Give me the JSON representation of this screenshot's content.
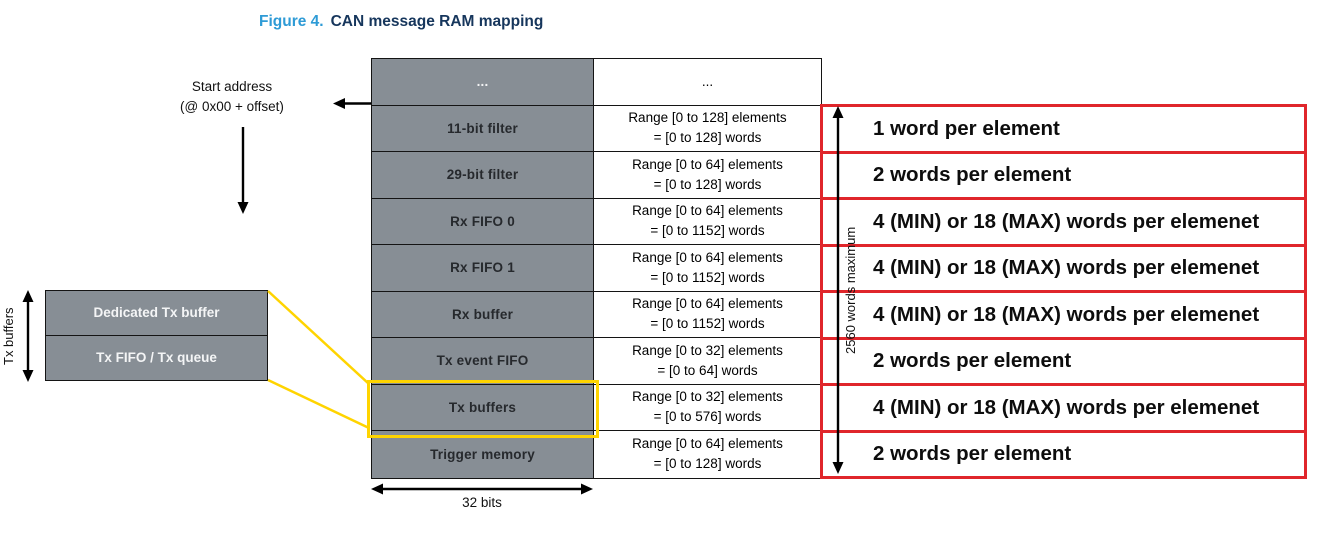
{
  "figure": {
    "label": "Figure 4.",
    "title": "CAN message RAM mapping"
  },
  "left_annotations": {
    "start_address_line1": "Start address",
    "start_address_line2": "(@ 0x00 + offset)",
    "tx_buffers_vertical_label": "Tx buffers",
    "side_table": {
      "rows": [
        {
          "label": "Dedicated Tx buffer"
        },
        {
          "label": "Tx FIFO / Tx queue"
        }
      ]
    }
  },
  "ram_table": {
    "rows": [
      {
        "label": "...",
        "range_line1": "...",
        "range_line2": ""
      },
      {
        "label": "11-bit filter",
        "range_line1": "Range [0 to 128] elements",
        "range_line2": "= [0 to 128] words"
      },
      {
        "label": "29-bit filter",
        "range_line1": "Range [0 to 64] elements",
        "range_line2": "= [0 to 128] words"
      },
      {
        "label": "Rx FIFO 0",
        "range_line1": "Range [0 to 64] elements",
        "range_line2": "= [0 to 1152] words"
      },
      {
        "label": "Rx FIFO 1",
        "range_line1": "Range [0 to 64] elements",
        "range_line2": "= [0 to 1152] words"
      },
      {
        "label": "Rx buffer",
        "range_line1": "Range [0 to 64] elements",
        "range_line2": "= [0 to 1152] words"
      },
      {
        "label": "Tx event FIFO",
        "range_line1": "Range [0 to 32] elements",
        "range_line2": "= [0 to 64] words"
      },
      {
        "label": "Tx buffers",
        "range_line1": "Range [0 to 32] elements",
        "range_line2": "= [0 to 576] words"
      },
      {
        "label": "Trigger memory",
        "range_line1": "Range [0 to 64] elements",
        "range_line2": "= [0 to 128] words"
      }
    ],
    "width_label": "32 bits"
  },
  "right_annotations": {
    "max_words_label": "2560 words maximum",
    "items": [
      {
        "text": "1 word per element"
      },
      {
        "text": "2 words per element"
      },
      {
        "text": "4 (MIN) or 18 (MAX) words per elemenet"
      },
      {
        "text": "4 (MIN) or 18 (MAX) words per elemenet"
      },
      {
        "text": "4 (MIN) or 18 (MAX) words per elemenet"
      },
      {
        "text": "2 words per element"
      },
      {
        "text": "4 (MIN) or 18 (MAX) words per elemenet"
      },
      {
        "text": "2 words per element"
      }
    ]
  },
  "colors": {
    "cell_gray": "#878E95",
    "annotation_red": "#E0262B",
    "highlight_yellow": "#FFD400",
    "figure_label_blue": "#2E9BD6",
    "figure_title_navy": "#16365C"
  }
}
